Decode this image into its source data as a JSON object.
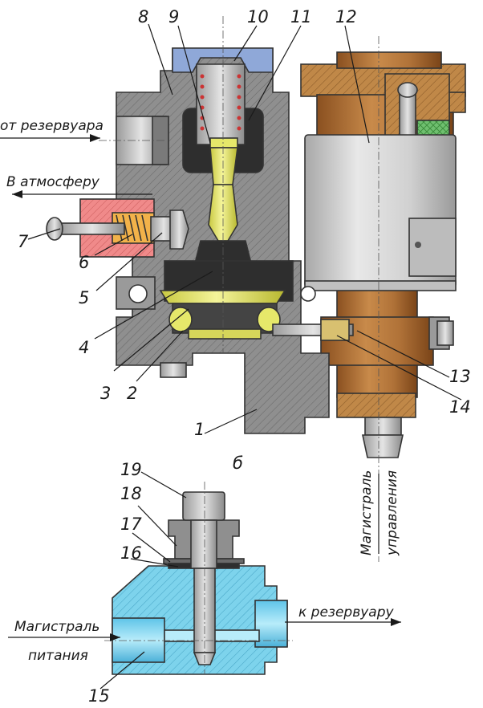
{
  "labels": {
    "n1": "1",
    "n2": "2",
    "n3": "3",
    "n4": "4",
    "n5": "5",
    "n6": "6",
    "n7": "7",
    "n8": "8",
    "n9": "9",
    "n10": "10",
    "n11": "11",
    "n12": "12",
    "n13": "13",
    "n14": "14",
    "n15": "15",
    "n16": "16",
    "n17": "17",
    "n18": "18",
    "n19": "19"
  },
  "text": {
    "from_reservoir": "от резервуара",
    "to_atmosphere": "В атмосферу",
    "control_line_1": "Магистраль",
    "control_line_2": "управления",
    "view_b": "б",
    "to_reservoir": "к резервуару",
    "supply_line_1": "Магистраль",
    "supply_line_2": "питания"
  },
  "colors": {
    "body_gray": "#8f8f8f",
    "plunger_yellow": "#e6e86a",
    "seal_dark": "#2e2e2e",
    "spring_red": "#f08a8a",
    "spring_coil": "#f2b24a",
    "solenoid_silver": "#c8c8c8",
    "brass": "#b0763a",
    "cover_blue": "#8fa8d8",
    "valve_blue": "#7dd3ec",
    "green_insert": "#6fbf6f"
  }
}
